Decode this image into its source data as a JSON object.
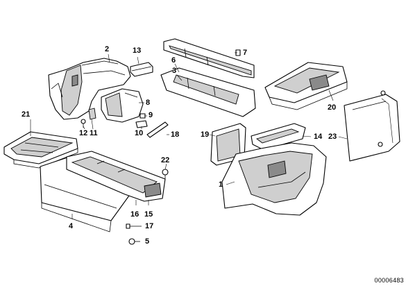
{
  "document_number": "00006483",
  "callouts": [
    {
      "id": "1",
      "label": "1"
    },
    {
      "id": "2",
      "label": "2"
    },
    {
      "id": "3",
      "label": "3"
    },
    {
      "id": "4",
      "label": "4"
    },
    {
      "id": "5",
      "label": "5"
    },
    {
      "id": "6",
      "label": "6"
    },
    {
      "id": "7",
      "label": "7"
    },
    {
      "id": "8",
      "label": "8"
    },
    {
      "id": "9",
      "label": "9"
    },
    {
      "id": "10",
      "label": "10"
    },
    {
      "id": "11",
      "label": "11"
    },
    {
      "id": "12",
      "label": "12"
    },
    {
      "id": "13",
      "label": "13"
    },
    {
      "id": "14",
      "label": "14"
    },
    {
      "id": "15",
      "label": "15"
    },
    {
      "id": "16",
      "label": "16"
    },
    {
      "id": "17",
      "label": "17"
    },
    {
      "id": "18",
      "label": "18"
    },
    {
      "id": "19",
      "label": "19"
    },
    {
      "id": "20",
      "label": "20"
    },
    {
      "id": "21",
      "label": "21"
    },
    {
      "id": "22",
      "label": "22"
    },
    {
      "id": "23",
      "label": "23"
    }
  ]
}
